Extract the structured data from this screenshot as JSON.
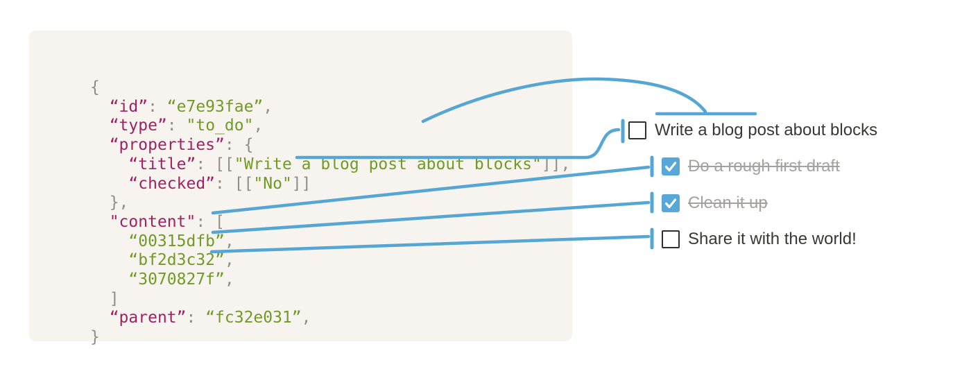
{
  "colors": {
    "accent_blue": "#55A6D4",
    "checkbox_blue": "#57A8D8",
    "code_key": "#9D2363",
    "code_value": "#719A26",
    "code_punct": "#908E89",
    "panel_bg": "#F7F3EE",
    "text_dark": "#383836",
    "text_done": "#A4A29E"
  },
  "code_block": {
    "language": "json",
    "lines": [
      [
        {
          "t": "p",
          "s": "{"
        }
      ],
      [
        {
          "t": "p",
          "s": "  "
        },
        {
          "t": "k",
          "s": "“id”"
        },
        {
          "t": "p",
          "s": ": "
        },
        {
          "t": "v",
          "s": "“e7e93fae”"
        },
        {
          "t": "p",
          "s": ","
        }
      ],
      [
        {
          "t": "p",
          "s": "  "
        },
        {
          "t": "k",
          "s": "“type”"
        },
        {
          "t": "p",
          "s": ": "
        },
        {
          "t": "v",
          "s": "\"to_do\""
        },
        {
          "t": "p",
          "s": ","
        }
      ],
      [
        {
          "t": "p",
          "s": "  "
        },
        {
          "t": "k",
          "s": "“properties”"
        },
        {
          "t": "p",
          "s": ": {"
        }
      ],
      [
        {
          "t": "p",
          "s": "    "
        },
        {
          "t": "k",
          "s": "“title”"
        },
        {
          "t": "p",
          "s": ": [["
        },
        {
          "t": "v",
          "s": "\"Write a blog post about blocks\""
        },
        {
          "t": "p",
          "s": "]],"
        }
      ],
      [
        {
          "t": "p",
          "s": "    "
        },
        {
          "t": "k",
          "s": "“checked”"
        },
        {
          "t": "p",
          "s": ": [["
        },
        {
          "t": "v",
          "s": "\"No\""
        },
        {
          "t": "p",
          "s": "]]"
        }
      ],
      [
        {
          "t": "p",
          "s": "  },"
        }
      ],
      [
        {
          "t": "p",
          "s": "  "
        },
        {
          "t": "k",
          "s": "\"content\""
        },
        {
          "t": "p",
          "s": ": ["
        }
      ],
      [
        {
          "t": "p",
          "s": "    "
        },
        {
          "t": "v",
          "s": "“00315dfb”"
        },
        {
          "t": "p",
          "s": ","
        }
      ],
      [
        {
          "t": "p",
          "s": "    "
        },
        {
          "t": "v",
          "s": "“bf2d3c32”"
        },
        {
          "t": "p",
          "s": ","
        }
      ],
      [
        {
          "t": "p",
          "s": "    "
        },
        {
          "t": "v",
          "s": "“3070827f”"
        },
        {
          "t": "p",
          "s": ","
        }
      ],
      [
        {
          "t": "p",
          "s": "  ]"
        }
      ],
      [
        {
          "t": "p",
          "s": "  "
        },
        {
          "t": "k",
          "s": "“parent”"
        },
        {
          "t": "p",
          "s": ": "
        },
        {
          "t": "v",
          "s": "“fc32e031”"
        },
        {
          "t": "p",
          "s": ","
        }
      ],
      [
        {
          "t": "p",
          "s": "}"
        }
      ]
    ]
  },
  "todo_list": {
    "items": [
      {
        "label": "Write a blog post about blocks",
        "checked": false
      },
      {
        "label": "Do a rough first draft",
        "checked": true
      },
      {
        "label": "Clean it up",
        "checked": true
      },
      {
        "label": "Share it with the world!",
        "checked": false
      }
    ]
  },
  "connections": [
    {
      "from": "properties.title value",
      "to": "item 1 label"
    },
    {
      "from": "properties.checked value",
      "to": "item 1 checkbox"
    },
    {
      "from": "content[0] 00315dfb",
      "to": "item 2"
    },
    {
      "from": "content[1] bf2d3c32",
      "to": "item 3"
    },
    {
      "from": "content[2] 3070827f",
      "to": "item 4"
    }
  ]
}
